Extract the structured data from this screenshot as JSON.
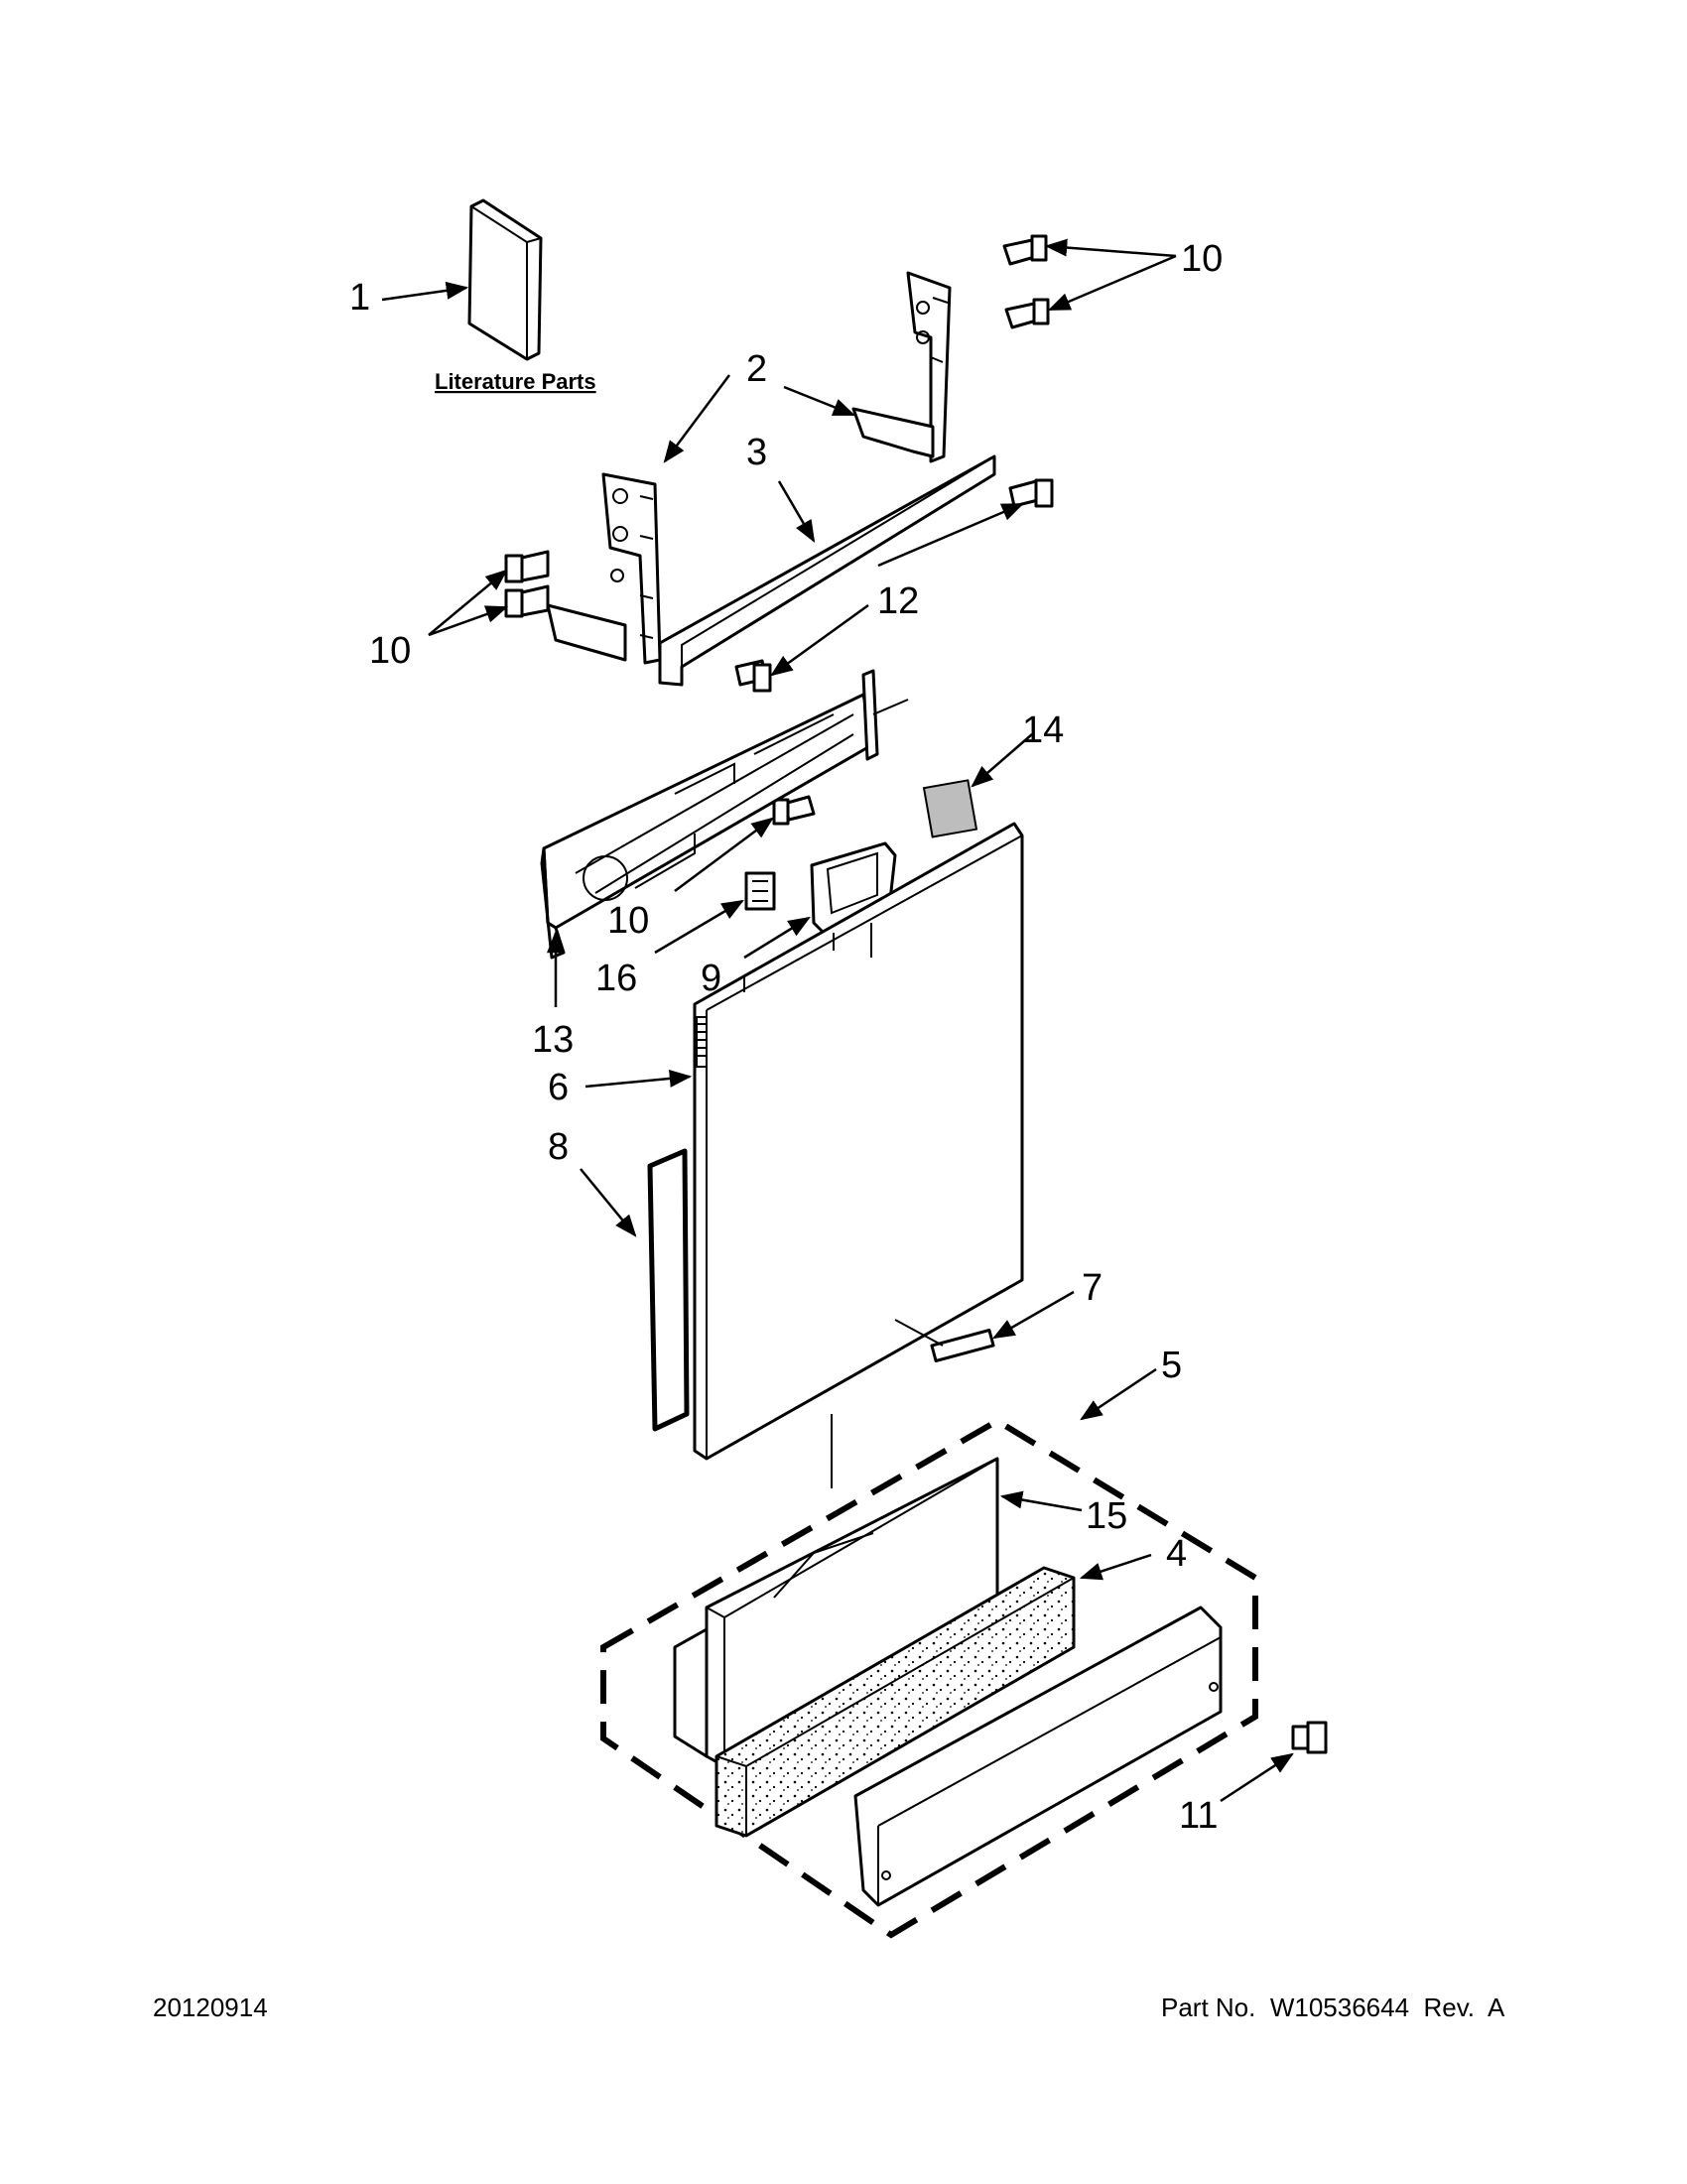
{
  "diagram": {
    "literature_label": "Literature Parts",
    "callouts": [
      {
        "id": "c1",
        "label": "1"
      },
      {
        "id": "c2",
        "label": "2"
      },
      {
        "id": "c3",
        "label": "3"
      },
      {
        "id": "c10a",
        "label": "10"
      },
      {
        "id": "c10b",
        "label": "10"
      },
      {
        "id": "c12",
        "label": "12"
      },
      {
        "id": "c14",
        "label": "14"
      },
      {
        "id": "c10c",
        "label": "10"
      },
      {
        "id": "c16",
        "label": "16"
      },
      {
        "id": "c9",
        "label": "9"
      },
      {
        "id": "c13",
        "label": "13"
      },
      {
        "id": "c6",
        "label": "6"
      },
      {
        "id": "c8",
        "label": "8"
      },
      {
        "id": "c7",
        "label": "7"
      },
      {
        "id": "c5",
        "label": "5"
      },
      {
        "id": "c15",
        "label": "15"
      },
      {
        "id": "c4",
        "label": "4"
      },
      {
        "id": "c11",
        "label": "11"
      }
    ]
  },
  "footer": {
    "date_code": "20120914",
    "part_number": "Part No.  W10536644  Rev.  A"
  }
}
